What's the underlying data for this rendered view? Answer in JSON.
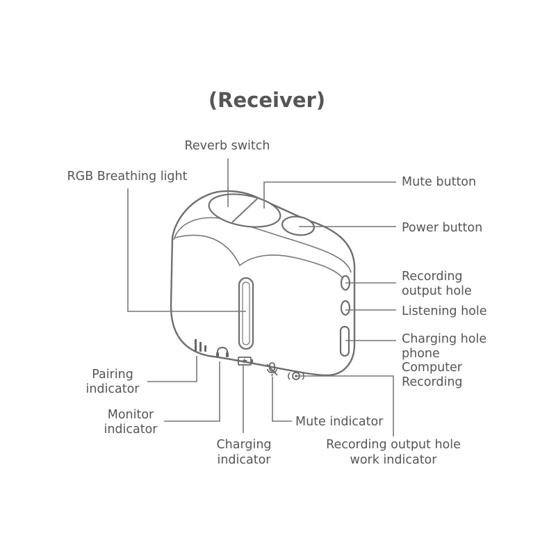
{
  "title": "(Receiver)",
  "labels": {
    "reverb_switch": "Reverb switch",
    "rgb_light": "RGB Breathing light",
    "mute_button": "Mute button",
    "power_button": "Power button",
    "recording_output_hole": [
      "Recording",
      "output hole"
    ],
    "listening_hole": "Listening hole",
    "charging_hole": [
      "Charging hole",
      "phone",
      "Computer",
      "Recording"
    ],
    "pairing_indicator": [
      "Pairing",
      "indicator"
    ],
    "monitor_indicator": [
      "Monitor",
      "indicator"
    ],
    "charging_indicator": [
      "Charging",
      "indicator"
    ],
    "mute_indicator": "Mute indicator",
    "recording_work_indicator": [
      "Recording output hole",
      "work indicator"
    ]
  },
  "icons": [
    "signal-bars-icon",
    "headphones-icon",
    "battery-charging-icon",
    "muted-mic-icon",
    "record-output-icon"
  ],
  "colors": {
    "line": "#777777",
    "text": "#555555"
  }
}
